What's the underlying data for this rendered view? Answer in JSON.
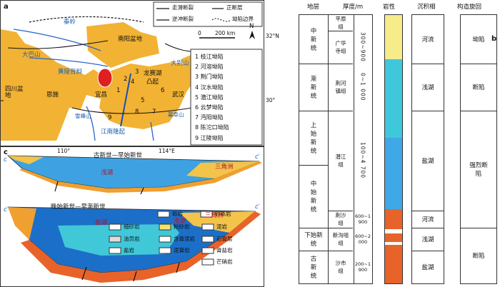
{
  "panel_a": {
    "label": "a",
    "legend": {
      "strike_slip": "走滑断裂",
      "normal_fault": "正断层",
      "thrust_fault": "逆冲断裂",
      "depression_boundary": "坳陷边界"
    },
    "scale": {
      "zero": "0",
      "value": "200 km"
    },
    "north": "N",
    "lat_labels": [
      "32°N",
      "30°"
    ],
    "lon_labels": [
      "110°",
      "114°E"
    ],
    "places": {
      "qinling": "秦岭",
      "nanyang_basin": "南阳盆地",
      "dabashan": "大巴山",
      "dabieshan": "大别山",
      "huangling": "黄陵背斜",
      "sichuan_basin": "四川盆地",
      "enshi": "恩施",
      "yichang": "宜昌",
      "longsaihu": "龙赛湖",
      "tuqi": "凸起",
      "wuhan": "武汉",
      "jiangnan": "江南隆起",
      "mufushan": "幕阜山",
      "xuefengshan": "雪峰山"
    },
    "numbers": [
      "1",
      "2",
      "3",
      "4",
      "5",
      "6",
      "7",
      "8",
      "9"
    ],
    "depressions": [
      "1 枝江坳陷",
      "2 河溶坳陷",
      "3 荆门坳陷",
      "4 汉水坳陷",
      "5 潜江坳陷",
      "6 云梦坳陷",
      "7 沔阳坳陷",
      "8 陈沱口坳陷",
      "9 江陵坳陷"
    ]
  },
  "panel_c": {
    "label": "c",
    "section_labels": [
      "c",
      "c′"
    ],
    "upper_title": "古新世—早始新世",
    "lower_title": "晚始新世—早渐新世",
    "upper_shallow": "浅湖",
    "upper_delta": "三角洲",
    "lower_salt": "盐湖",
    "lower_shallow": "浅湖",
    "lower_delta": "三角洲"
  },
  "lithology_legend": [
    "砾岩",
    "砂砾岩",
    "细砂岩",
    "粉砂岩",
    "泥岩",
    "油页岩",
    "含膏泥岩",
    "石膏层",
    "盐岩",
    "泥膏岩",
    "膏盐岩",
    "芒硝岩"
  ],
  "panel_b": {
    "label": "b",
    "headers": [
      "地层",
      "厚度/m",
      "岩性",
      "沉积相",
      "构造旋回"
    ],
    "series": [
      "中新统",
      "渐新统",
      "上始新统",
      "中始新统",
      "下始新统",
      "古新统"
    ],
    "formations": [
      "平原组",
      "广华寺组",
      "荆河镇组",
      "潜江组",
      "荆沙组",
      "新沟咀组",
      "沙市组"
    ],
    "thickness": [
      "300~900",
      "0~1 000",
      "100~4 700",
      "600~1 900",
      "600~2 000",
      "200~1 900"
    ],
    "facies": [
      "河流",
      "浅湖",
      "盐湖",
      "河流",
      "浅湖",
      "盐湖"
    ],
    "tectonic": [
      "坳陷",
      "断陷",
      "强烈断陷",
      "断陷"
    ]
  },
  "colors": {
    "orange": "#f0a830",
    "blue": "#4aa3e0",
    "deep_blue": "#1c6fc8",
    "cyan": "#3cc8d8",
    "red_orange": "#e8632a",
    "yellow": "#f7e96a"
  }
}
